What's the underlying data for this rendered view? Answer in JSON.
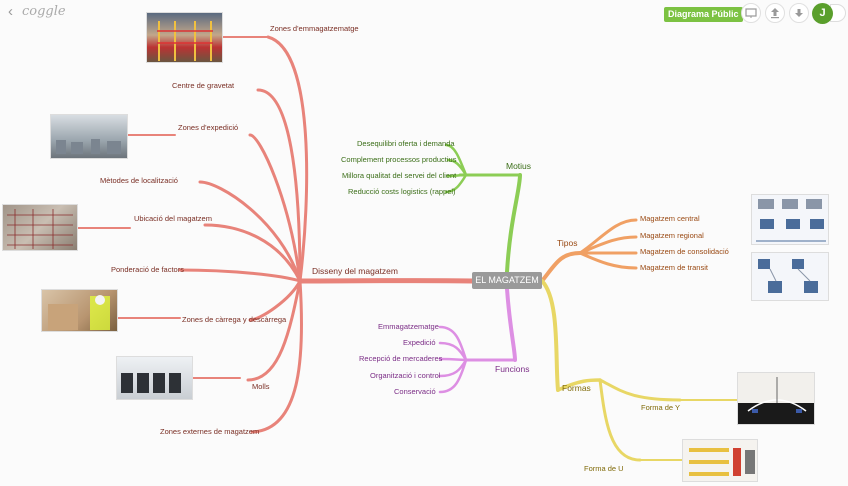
{
  "app": {
    "logo": "coggle",
    "back_icon": "chevron-left-icon",
    "badge": "Diagrama Públic",
    "avatar_initial": "J"
  },
  "toolbar": {
    "icons": [
      "present-icon",
      "upload-icon",
      "download-icon"
    ]
  },
  "root": "EL MAGATZEM",
  "branches": {
    "disseny": {
      "label": "Disseny del magatzem",
      "color": "#e8837a",
      "children": [
        "Zones d'emmagatzematge",
        "Centre de gravetat",
        "Zones d'expedició",
        "Mètodes de localització",
        "Ubicació del magatzem",
        "Ponderació de factors",
        "Zones de càrrega y descàrrega",
        "Molls",
        "Zones externes de magatzem"
      ]
    },
    "motius": {
      "label": "Motius",
      "color": "#8ccd55",
      "children": [
        "Desequilibri oferta i demanda",
        "Complement processos productius",
        "Millora qualitat del servei del client",
        "Reducció costs logistics (rappel)"
      ]
    },
    "funcions": {
      "label": "Funcions",
      "color": "#dd8fe3",
      "children": [
        "Emmagatzematge",
        "Expedició",
        "Recepció de mercaderes",
        "Organització i control",
        "Conservació"
      ]
    },
    "tipos": {
      "label": "Tipos",
      "color": "#f0a064",
      "children": [
        "Magatzem central",
        "Magatzem regional",
        "Magatzem de consolidació",
        "Magatzem de transit"
      ]
    },
    "formas": {
      "label": "Formas",
      "color": "#e8d765",
      "children": [
        "Forma de Y",
        "Forma de U"
      ]
    }
  }
}
